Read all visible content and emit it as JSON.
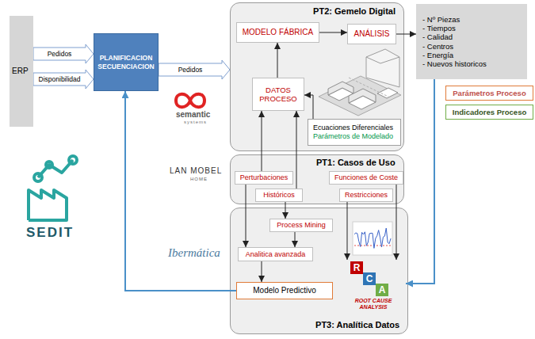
{
  "diagram": {
    "nodes": [
      {
        "text": [
          "ERP"
        ]
      },
      {
        "text": [
          "PLANIFICACION SECUENCIACION"
        ]
      },
      {
        "text": [
          "PT2: Gemelo Digital"
        ]
      },
      {
        "text": [
          "MODELO FÁBRICA"
        ],
        "in": 2
      },
      {
        "text": [
          "ANÁLISIS"
        ],
        "in": 2
      },
      {
        "text": [
          "DATOS PROCESO"
        ],
        "in": 2
      },
      {
        "text": [
          "Ecuaciones Diferenciales",
          "Parámetros de Modelado"
        ],
        "in": 2
      },
      {
        "text": [
          "- Nº Piezas",
          "- Tiempos",
          "- Calidad",
          "- Centros",
          "- Energía",
          "- Nuevos historicos"
        ]
      },
      {
        "text": [
          "Parámetros Proceso"
        ]
      },
      {
        "text": [
          "Indicadores Proceso"
        ]
      },
      {
        "text": [
          "PT1: Casos de Uso"
        ]
      },
      {
        "text": [
          "Perturbaciones"
        ],
        "in": 10
      },
      {
        "text": [
          "Históricos"
        ],
        "in": 10
      },
      {
        "text": [
          "Funciones de Coste"
        ],
        "in": 10
      },
      {
        "text": [
          "Restricciones"
        ],
        "in": 10
      },
      {
        "text": [
          "PT3: Analítica Datos"
        ]
      },
      {
        "text": [
          "Process Mining"
        ],
        "in": 15
      },
      {
        "text": [
          "Analitica avanzada"
        ],
        "in": 15
      },
      {
        "text": [
          "Modelo Predictivo"
        ],
        "in": 15
      },
      {
        "text": [
          "R",
          "C",
          "A",
          "ROOT CAUSE ANALYSIS"
        ],
        "in": 15
      }
    ],
    "edges": [
      {
        "from": 0,
        "to": 1,
        "label": "Pedidos",
        "arrow": "to"
      },
      {
        "from": 0,
        "to": 1,
        "label": "Disponibilidad",
        "arrow": "to"
      },
      {
        "from": 1,
        "to": 2,
        "label": "Pedidos",
        "arrow": "to"
      },
      {
        "from": 3,
        "to": 4,
        "arrow": "to"
      },
      {
        "from": 4,
        "to": 7,
        "arrow": "to"
      },
      {
        "from": 5,
        "to": 3,
        "arrow": "to"
      },
      {
        "from": 6,
        "to": 5,
        "arrow": "to"
      },
      {
        "from": 11,
        "to": 5,
        "arrow": "to"
      },
      {
        "from": 12,
        "to": 5,
        "arrow": "to"
      },
      {
        "from": 7,
        "to": 19,
        "arrow": "to"
      },
      {
        "from": 11,
        "to": 17,
        "arrow": "to"
      },
      {
        "from": 12,
        "to": 16,
        "arrow": "to"
      },
      {
        "from": 16,
        "to": 17,
        "arrow": "to"
      },
      {
        "from": 17,
        "to": 18,
        "arrow": "to"
      },
      {
        "from": 18,
        "to": 1,
        "arrow": "to"
      },
      {
        "from": 14,
        "to": 19,
        "arrow": "to"
      },
      {
        "from": 13,
        "to": 19,
        "arrow": "to"
      }
    ],
    "labels": [
      "semantic",
      "systems",
      "LAN MOBEL",
      "HOME",
      "Ibermática",
      "SEDIT"
    ]
  }
}
